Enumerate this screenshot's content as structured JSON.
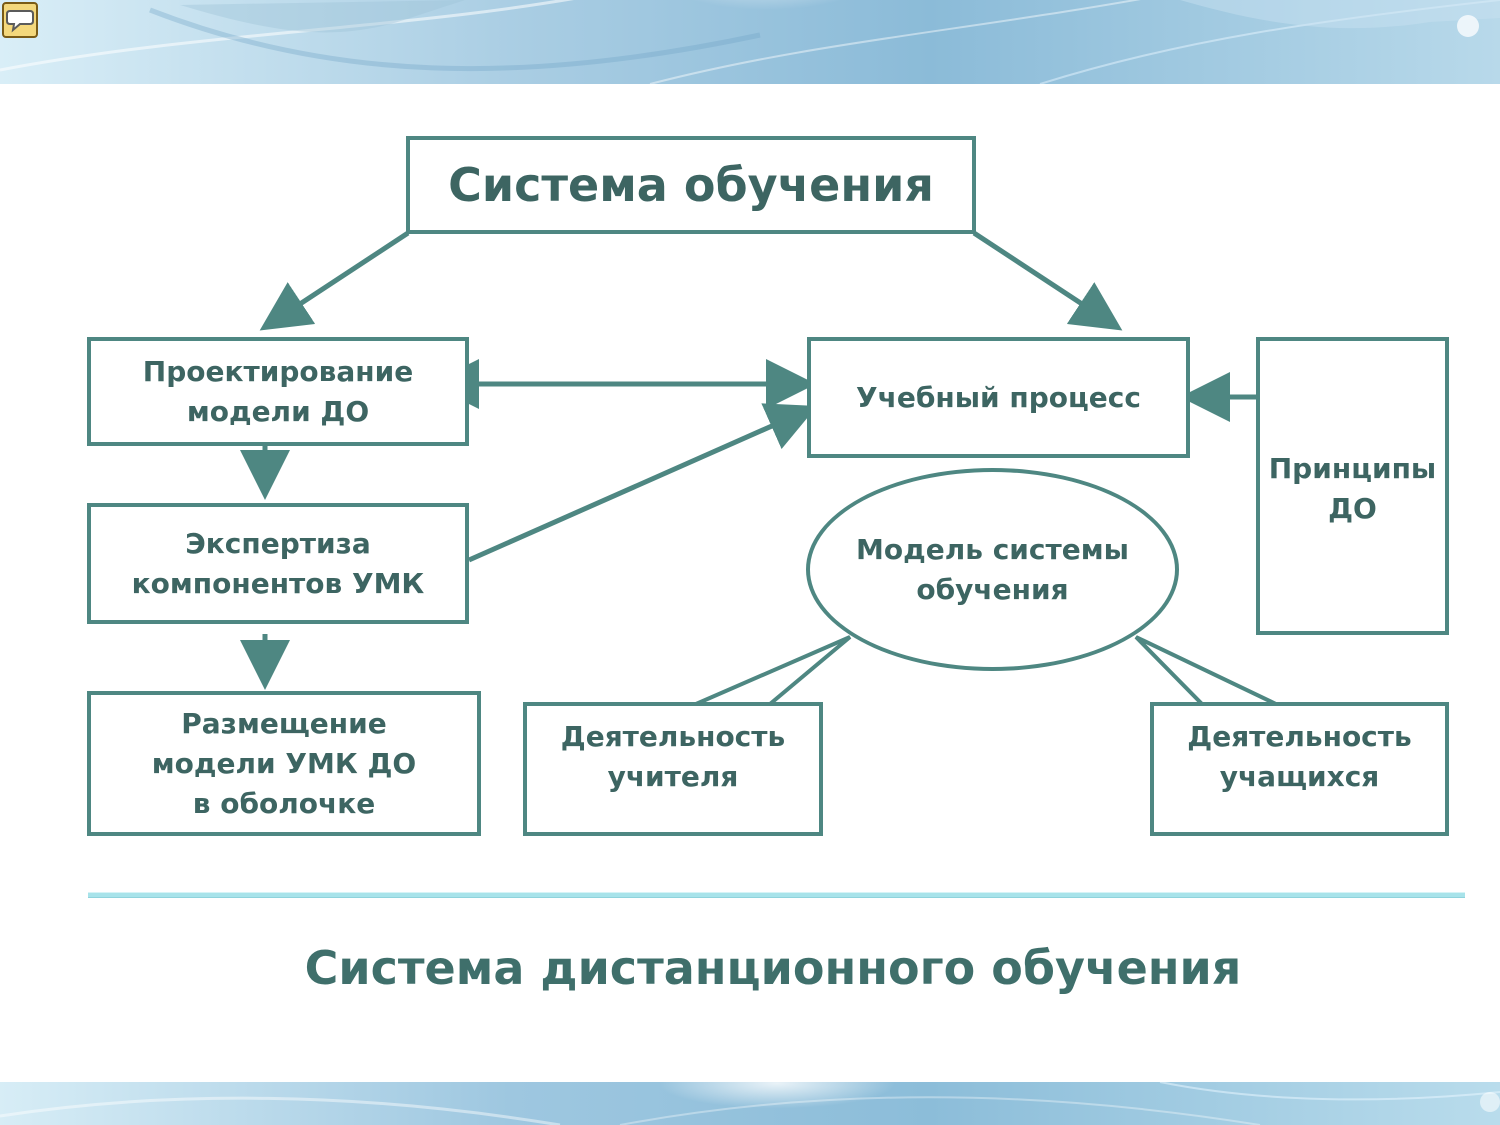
{
  "colors": {
    "box_border": "#4e8782",
    "box_text": "#3d6562",
    "connector": "#4e8782",
    "divider": "#a8e3ea",
    "banner_light": "#d9eef7",
    "banner_dark": "#7fb0cf",
    "footer_title": "#3f6f6b"
  },
  "icons": {
    "note": "speech-bubble-icon"
  },
  "diagram": {
    "top": "Система обучения",
    "design_model": "Проектирование\nмодели ДО",
    "learning_process": "Учебный процесс",
    "principles": "Принципы\nДО",
    "expertise": "Экспертиза\nкомпонентов УМК",
    "system_model": "Модель системы\nобучения",
    "placement": "Размещение\nмодели УМК ДО\nв оболочке",
    "teacher_activity": "Деятельность\nучителя",
    "student_activity": "Деятельность\nучащихся"
  },
  "footer": {
    "title": "Система дистанционного обучения"
  }
}
